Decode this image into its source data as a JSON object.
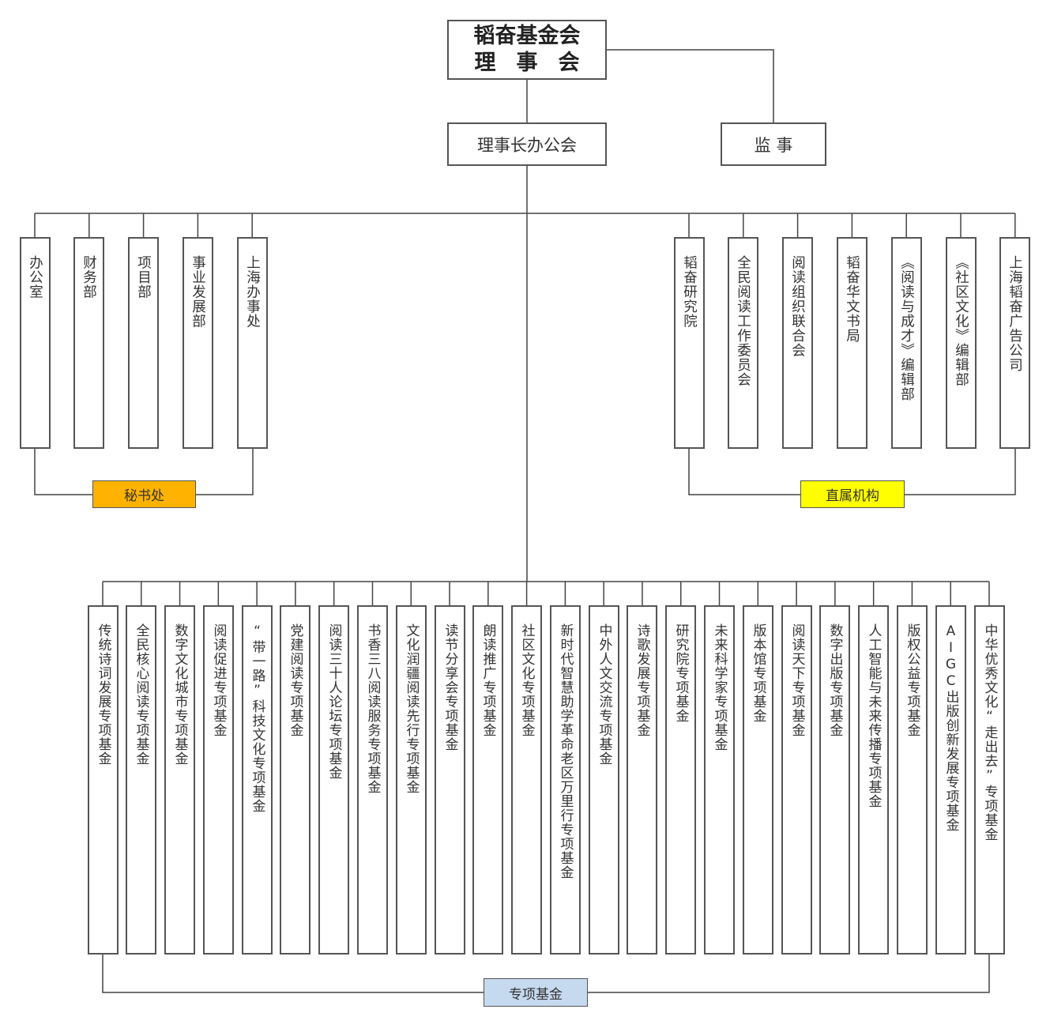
{
  "board": {
    "line1": "韬奋基金会",
    "line2": "理事会"
  },
  "chairman_office": "理事长办公会",
  "supervisor": "监 事",
  "secretariat": {
    "label": "秘书处",
    "label_color": "#ffb300",
    "departments": [
      "办公室",
      "财务部",
      "项目部",
      "事业发展部",
      "上海办事处"
    ]
  },
  "affiliated": {
    "label": "直属机构",
    "label_color": "#ffff00",
    "units": [
      "韬奋研究院",
      "全民阅读工作委员会",
      "阅读组织联合会",
      "韬奋华文书局",
      "《阅读与成才》编辑部",
      "《社区文化》编辑部",
      "上海韬奋广告公司"
    ]
  },
  "funds": {
    "label": "专项基金",
    "label_color": "#c5d9ef",
    "items": [
      "传统诗词发展专项基金",
      "全民核心阅读专项基金",
      "数字文化城市专项基金",
      "阅读促进专项基金",
      "“带一路”科技文化专项基金",
      "党建阅读专项基金",
      "阅读三十人论坛专项基金",
      "书香三八阅读服务专项基金",
      "文化润疆阅读先行专项基金",
      "读节分享会专项基金",
      "朗读推广专项基金",
      "社区文化专项基金",
      "新时代智慧助学革命老区万里行专项基金",
      "中外人文交流专项基金",
      "诗歌发展专项基金",
      "研究院专项基金",
      "未来科学家专项基金",
      "版本馆专项基金",
      "阅读天下专项基金",
      "数字出版专项基金",
      "人工智能与未来传播专项基金",
      "版权公益专项基金",
      "AIGC出版创新发展专项基金",
      "中华优秀文化“走出去”专项基金"
    ]
  }
}
